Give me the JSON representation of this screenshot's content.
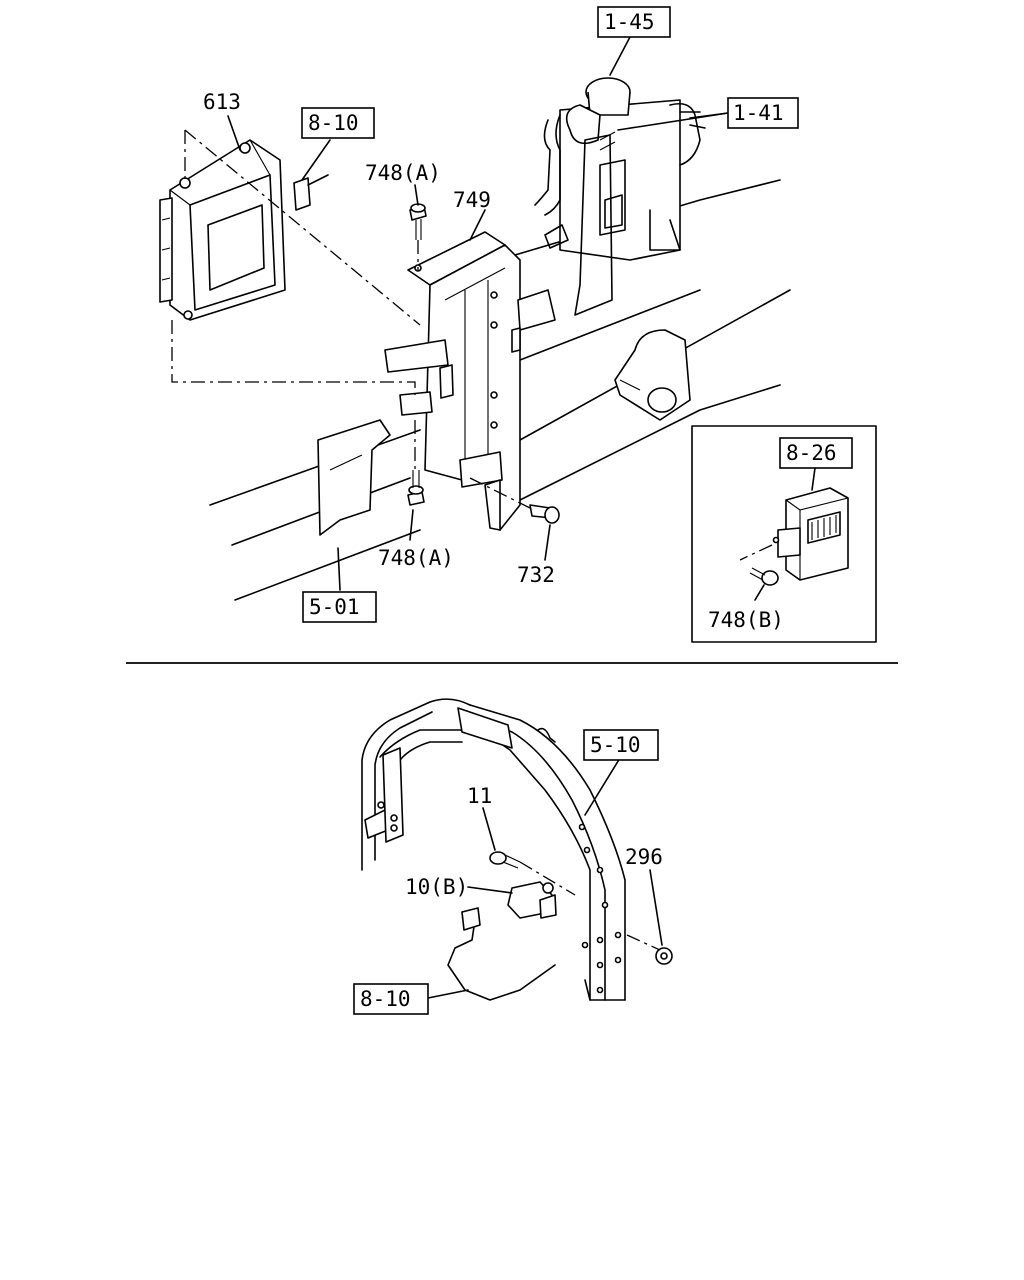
{
  "labels": {
    "ref_1_45": "1-45",
    "ref_1_41": "1-41",
    "ref_8_10_top": "8-10",
    "part_613": "613",
    "part_748a_top": "748(A)",
    "part_749": "749",
    "part_748a_bottom": "748(A)",
    "part_732": "732",
    "ref_5_01": "5-01",
    "ref_8_26": "8-26",
    "part_748b": "748(B)",
    "ref_5_10": "5-10",
    "part_11": "11",
    "part_296": "296",
    "part_10b": "10(B)",
    "ref_8_10_bottom": "8-10"
  }
}
